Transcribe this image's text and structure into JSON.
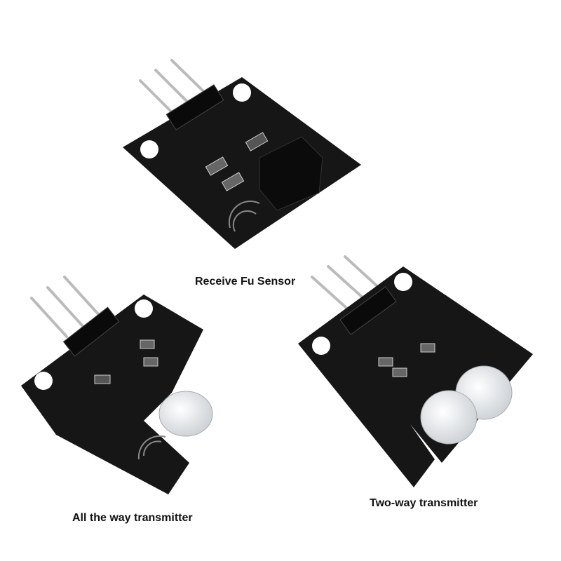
{
  "captions": {
    "receiver": "Receive Fu Sensor",
    "single_transmitter": "All the way transmitter",
    "dual_transmitter": "Two-way transmitter"
  },
  "colors": {
    "pcb": "#141414",
    "background": "#ffffff",
    "pins": "#b8b8b8"
  }
}
